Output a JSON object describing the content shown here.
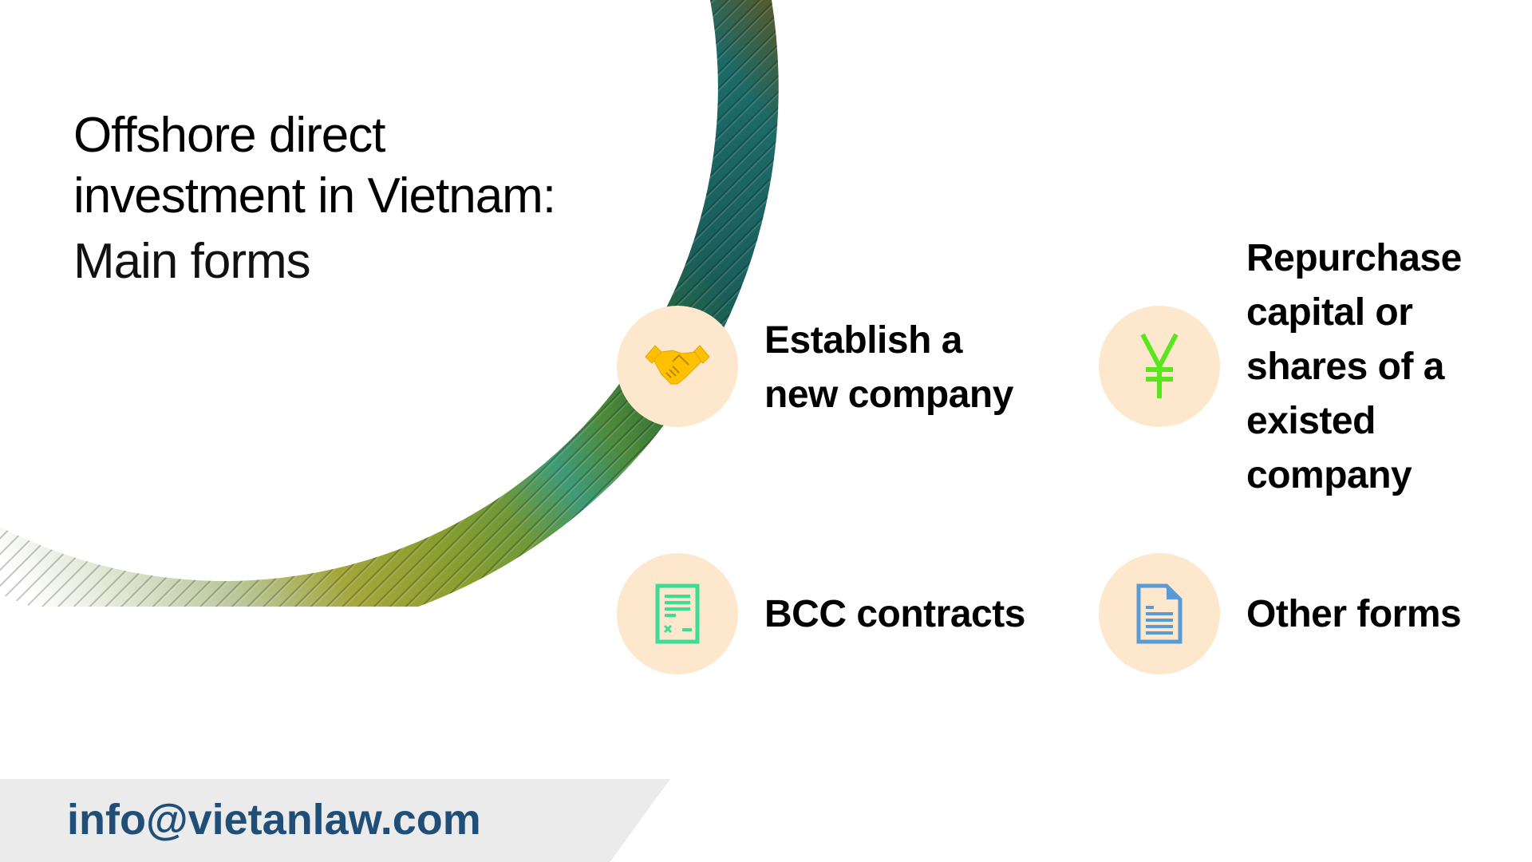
{
  "title": {
    "line1": "Offshore direct",
    "line2": "investment in Vietnam:",
    "subtitle": "Main forms"
  },
  "forms": [
    {
      "label_lines": [
        "Establish a",
        "new company"
      ],
      "icon": "handshake-icon",
      "color": "#ffc000"
    },
    {
      "label_lines": [
        "Repurchase",
        "capital or",
        "shares of a",
        "existed",
        "company"
      ],
      "icon": "yen-icon",
      "color": "#5ae61e"
    },
    {
      "label_lines": [
        "BCC contracts"
      ],
      "icon": "contract-icon",
      "color": "#3ddc97"
    },
    {
      "label_lines": [
        "Other forms"
      ],
      "icon": "document-icon",
      "color": "#5b9bd5"
    }
  ],
  "footer": {
    "email": "info@vietanlaw.com"
  },
  "colors": {
    "bubble": "#fde8cd",
    "email": "#1f4e79",
    "footer_bg": "#ebebeb"
  }
}
